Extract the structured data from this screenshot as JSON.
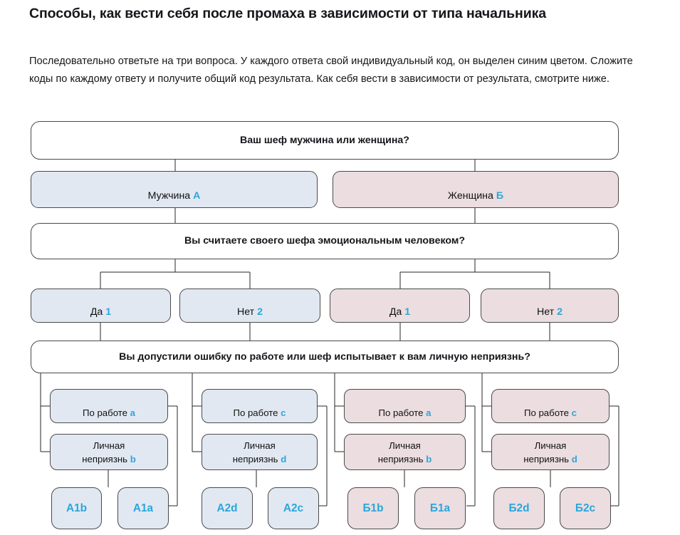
{
  "header": {
    "title": "Способы, как вести себя после промаха в зависимости от типа начальника",
    "intro": "Последовательно ответьте на три вопроса. У каждого ответа свой индивидуальный код, он выделен синим цветом. Сложите коды по каждому ответу и получите общий код результата. Как себя вести в зависимости от результата, смотрите ниже."
  },
  "colors": {
    "accent_blue": "#2ba6dc",
    "box_blue_fill": "#e2e8f2",
    "box_pink_fill": "#ebdde0",
    "box_border": "#4a4a4a",
    "text": "#14161a",
    "background": "#ffffff"
  },
  "flowchart": {
    "type": "decision-tree",
    "questions": [
      {
        "id": "q1",
        "text": "Ваш шеф мужчина или женщина?"
      },
      {
        "id": "q2",
        "text": "Вы считаете своего шефа эмоциональным человеком?"
      },
      {
        "id": "q3",
        "text": "Вы допустили ошибку по работе или шеф испытывает к вам личную неприязнь?"
      }
    ],
    "level1": [
      {
        "label": "Мужчина",
        "code": "А",
        "color": "blue"
      },
      {
        "label": "Женщина",
        "code": "Б",
        "color": "pink"
      }
    ],
    "level2": [
      {
        "label": "Да",
        "code": "1",
        "color": "blue"
      },
      {
        "label": "Нет",
        "code": "2",
        "color": "blue"
      },
      {
        "label": "Да",
        "code": "1",
        "color": "pink"
      },
      {
        "label": "Нет",
        "code": "2",
        "color": "pink"
      }
    ],
    "level3_work": [
      {
        "label": "По работе",
        "code": "a",
        "color": "blue"
      },
      {
        "label": "По работе",
        "code": "c",
        "color": "blue"
      },
      {
        "label": "По работе",
        "code": "a",
        "color": "pink"
      },
      {
        "label": "По работе",
        "code": "c",
        "color": "pink"
      }
    ],
    "level3_personal": [
      {
        "label": "Личная\nнеприязнь",
        "code": "b",
        "color": "blue"
      },
      {
        "label": "Личная\nнеприязнь",
        "code": "d",
        "color": "blue"
      },
      {
        "label": "Личная\nнеприязнь",
        "code": "b",
        "color": "pink"
      },
      {
        "label": "Личная\nнеприязнь",
        "code": "d",
        "color": "pink"
      }
    ],
    "results": [
      {
        "label": "А1b",
        "color": "blue"
      },
      {
        "label": "А1a",
        "color": "blue"
      },
      {
        "label": "А2d",
        "color": "blue"
      },
      {
        "label": "А2c",
        "color": "blue"
      },
      {
        "label": "Б1b",
        "color": "pink"
      },
      {
        "label": "Б1a",
        "color": "pink"
      },
      {
        "label": "Б2d",
        "color": "pink"
      },
      {
        "label": "Б2c",
        "color": "pink"
      }
    ]
  }
}
